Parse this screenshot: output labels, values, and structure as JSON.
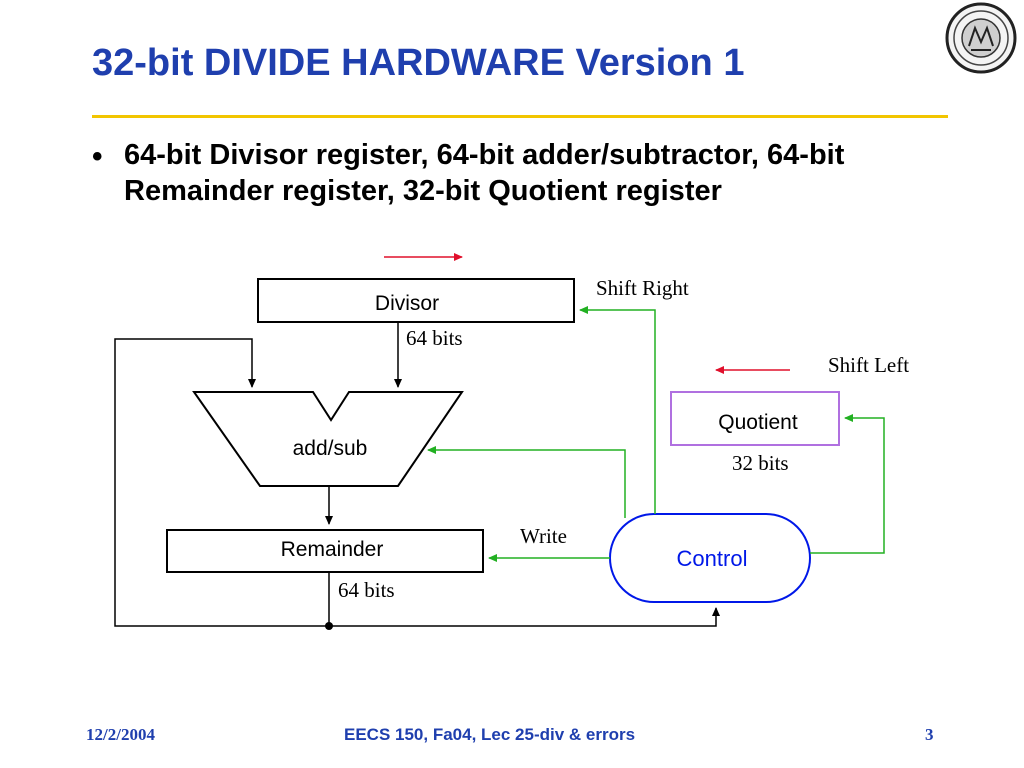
{
  "slide": {
    "title": "32-bit DIVIDE HARDWARE Version 1",
    "bullets": [
      "64-bit Divisor register, 64-bit adder/subtractor, 64-bit Remainder register, 32-bit Quotient register"
    ]
  },
  "diagram": {
    "divisor_label": "Divisor",
    "divisor_bits": "64 bits",
    "shift_right_label": "Shift Right",
    "adder_label": "add/sub",
    "remainder_label": "Remainder",
    "remainder_bits": "64 bits",
    "write_label": "Write",
    "quotient_label": "Quotient",
    "quotient_bits": "32 bits",
    "shift_left_label": "Shift Left",
    "control_label": "Control"
  },
  "footer": {
    "date": "12/2/2004",
    "course": "EECS 150, Fa04, Lec 25-div & errors",
    "page": "3"
  },
  "colors": {
    "title": "#1f3fae",
    "rule": "#f2c500",
    "green_wire": "#22b022",
    "red_arrow": "#e0102c",
    "quotient_border": "#b070e0",
    "control_border": "#0018e8"
  }
}
